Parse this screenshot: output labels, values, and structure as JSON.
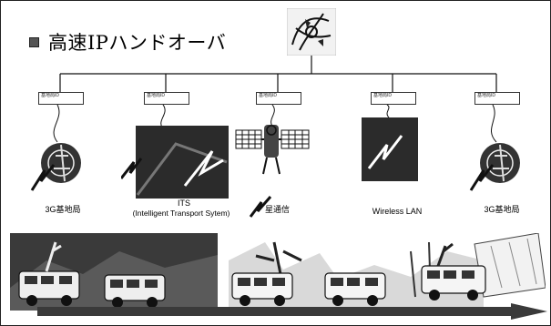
{
  "slide": {
    "title": "高速IPハンドオーバ",
    "nodes": [
      {
        "label": "基地局ID"
      },
      {
        "label": "基地局ID"
      },
      {
        "label": "基地局ID"
      },
      {
        "label": "基地局ID"
      },
      {
        "label": "基地局ID"
      }
    ],
    "access_types": [
      {
        "label": "3G基地局"
      },
      {
        "label": "ITS",
        "sub": "(Intelligent Transport Sytem)"
      },
      {
        "label": "星通信"
      },
      {
        "label": "Wireless LAN"
      },
      {
        "label": "3G基地局"
      }
    ],
    "colors": {
      "ink": "#1a1a1a",
      "panel": "#2b2b2b",
      "light": "#ffffff"
    },
    "icons": [
      "bullet-square-icon",
      "network-logo-icon",
      "antenna-tower-icon",
      "satellite-icon",
      "van-icon",
      "arrow-icon"
    ]
  }
}
